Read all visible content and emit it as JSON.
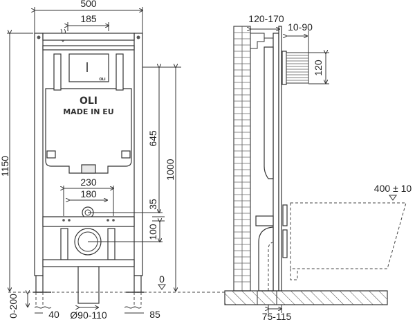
{
  "front_view": {
    "width_total": "500",
    "flush_plate_width": "185",
    "height_total": "1150",
    "flush_to_floor": "645",
    "frame_height": "1000",
    "pan_connector_spacing_outer": "230",
    "pan_connector_spacing_inner": "180",
    "offset_small": "35",
    "drain_offset": "100",
    "floor_level_marker": "0",
    "leg_adjust": "0-200",
    "left_leg_width": "40",
    "drain_diameter": "Ø90-110",
    "right_leg_width": "85",
    "brand_logo": "OLI",
    "brand_subtitle": "MADE IN EU",
    "cistern_label": "OLI"
  },
  "side_view": {
    "wall_distance": "120-170",
    "plate_projection": "10-90",
    "plate_height": "120",
    "seat_height": "400 ± 10",
    "drain_distance": "75-115"
  }
}
